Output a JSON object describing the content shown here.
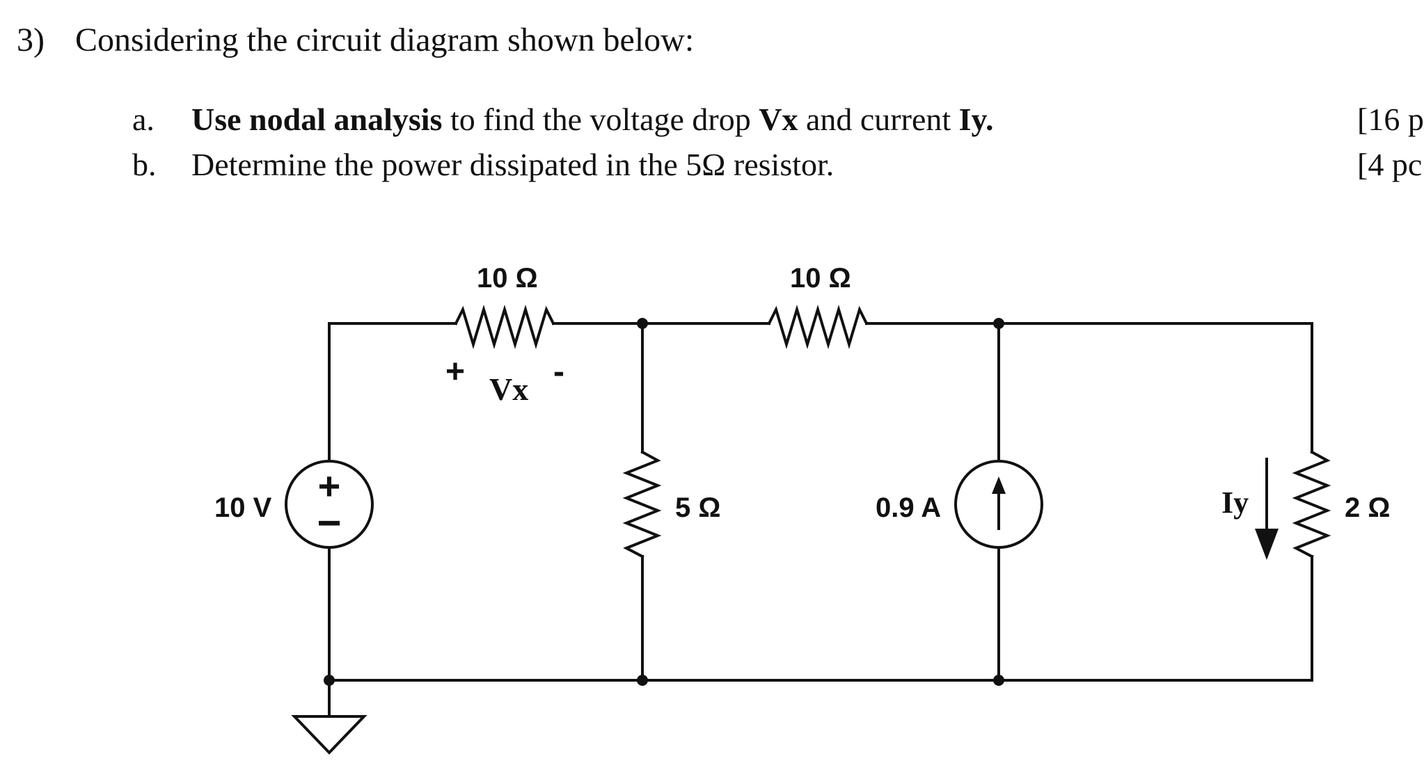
{
  "question": {
    "number": "3)",
    "text": "Considering the circuit diagram shown below:"
  },
  "items": [
    {
      "letter": "a.",
      "bold_lead": "Use nodal analysis",
      "text_1": " to find the voltage drop ",
      "bold_vx": "Vx",
      "text_2": " and current ",
      "bold_iy": "Iy.",
      "points": "[16 p"
    },
    {
      "letter": "b.",
      "text": "Determine the power dissipated in the 5Ω resistor.",
      "points": "[4 pc"
    }
  ],
  "circuit": {
    "r1_label": "10 Ω",
    "r2_label": "10 Ω",
    "r3_label": "5 Ω",
    "r4_label": "2 Ω",
    "source_v_label": "10 V",
    "source_i_label": "0.9 A",
    "vx_plus": "+",
    "vx_label": "Vx",
    "vx_minus": "-",
    "iy_label": "Iy",
    "vsource_plus": "+",
    "vsource_minus": "−"
  }
}
